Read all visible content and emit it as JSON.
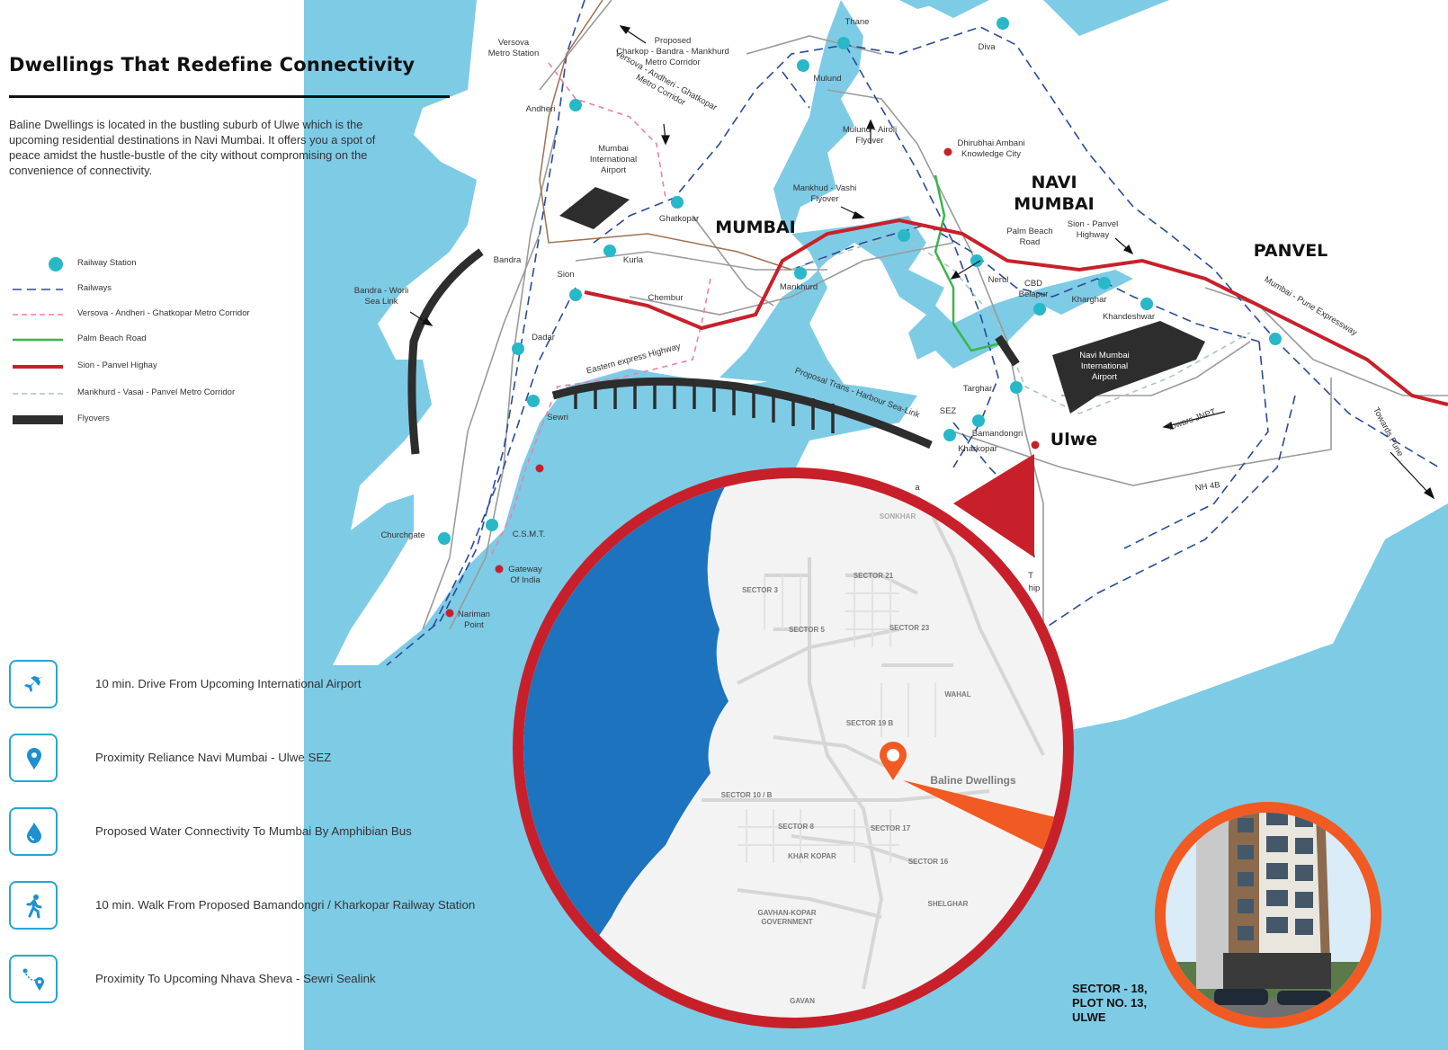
{
  "title": "Dwellings That Redefine Connectivity",
  "intro": "Baline Dwellings is located in the bustling suburb of Ulwe which is the upcoming residential destinations in Navi Mumbai.  It offers you a spot of peace amidst the hustle-bustle of the city without compromising on the convenience of connectivity.",
  "legend": [
    {
      "label": "Railway Station",
      "icon": "station-dot"
    },
    {
      "label": "Railways",
      "icon": "dashed-blue-line"
    },
    {
      "label": "Versova - Andheri - Ghatkopar Metro Corridor",
      "icon": "dashed-pink-line"
    },
    {
      "label": "Palm Beach Road",
      "icon": "green-line"
    },
    {
      "label": "Sion - Panvel Highay",
      "icon": "red-line"
    },
    {
      "label": "Mankhurd - Vasai - Panvel Metro Corridor",
      "icon": "dashed-grey-line"
    },
    {
      "label": "Flyovers",
      "icon": "black-bar"
    }
  ],
  "features": [
    {
      "text": "10 min. Drive From Upcoming International Airport",
      "icon": "airplane-icon"
    },
    {
      "text": "Proximity Reliance Navi Mumbai - Ulwe SEZ",
      "icon": "location-pin-icon"
    },
    {
      "text": "Proposed Water Connectivity To Mumbai By Amphibian Bus",
      "icon": "water-drop-icon"
    },
    {
      "text": "10 min. Walk From Proposed Bamandongri / Kharkopar Railway Station",
      "icon": "walking-person-icon"
    },
    {
      "text": "Proximity To Upcoming Nhava Sheva - Sewri Sealink",
      "icon": "route-pin-icon"
    }
  ],
  "regions": {
    "mumbai": "MUMBAI",
    "navi_mumbai": [
      "NAVI",
      "MUMBAI"
    ],
    "panvel": "PANVEL",
    "ulwe": "Ulwe"
  },
  "places": {
    "versova": [
      "Versova",
      "Metro Station"
    ],
    "proposed_corridor": [
      "Proposed",
      "Charkop - Bandra - Mankhurd",
      "Metro Corridor"
    ],
    "thane": "Thane",
    "diva": "Diva",
    "mulund": "Mulund",
    "andheri": "Andheri",
    "metro_corridor": [
      "Versova - Andheri - Ghatkopar",
      "Metro Corridor"
    ],
    "mumbai_airport": [
      "Mumbai",
      "International",
      "Airport"
    ],
    "mulund_airoli": [
      "Mulund - Airoli",
      "Flyover"
    ],
    "dhirubhai": [
      "Dhirubhai Ambani",
      "Knowledge City"
    ],
    "mankhud_vashi": [
      "Mankhud - Vashi",
      "Flyover"
    ],
    "ghatkopar": "Ghatkopar",
    "palm_beach": [
      "Palm Beach",
      "Road"
    ],
    "sion_panvel": [
      "Sion - Panvel",
      "Highway"
    ],
    "bandra": "Bandra",
    "kurla": "Kurla",
    "sion": "Sion",
    "chembur": "Chembur",
    "mankhurd": "Mankhurd",
    "nerul": "Nerul",
    "cbd": [
      "CBD",
      "Belapur"
    ],
    "kharghar": "Kharghar",
    "khandeshwar": "Khandeshwar",
    "mumbai_pune": "Mumbai - Pune Expressway",
    "bandra_worli": [
      "Bandra - Worli",
      "Sea Link"
    ],
    "dadar": "Dadar",
    "eastern_express": "Eastern express Highway",
    "trans_harbour": "Proposal Trans - Harbour Sea-Link",
    "navi_airport": [
      "Navi Mumbai",
      "International",
      "Airport"
    ],
    "targhar": "Targhar",
    "sewri": "Sewri",
    "sez": "SEZ",
    "bamandongri": "Bamandongri",
    "kharkopar": "Kharkopar",
    "towards_jnpt": "Towars JNPT",
    "towards_pune": "Towards Pune",
    "nh4b": "NH 4B",
    "churchgate": "Churchgate",
    "csmt": "C.S.M.T.",
    "gateway": [
      "Gateway",
      "Of India"
    ],
    "nariman": [
      "Nariman",
      "Point"
    ],
    "partial_1": "a",
    "partial_2": "T",
    "partial_3": "hip"
  },
  "inset": {
    "sonkhar": "SONKHAR",
    "sector3": "SECTOR 3",
    "sector21": "SECTOR 21",
    "sector5": "SECTOR 5",
    "sector23": "SECTOR 23",
    "wahal": "WAHAL",
    "sector19b": "SECTOR 19 B",
    "baline": "Baline Dwellings",
    "sector10b": "SECTOR 10 / B",
    "sector8": "SECTOR 8",
    "sector17": "SECTOR 17",
    "kharkopar": "KHAR KOPAR",
    "sector16": "SECTOR 16",
    "shelghar": "SHELGHAR",
    "gavhan": [
      "GAVHAN-KOPAR",
      "GOVERNMENT"
    ],
    "gavan": "GAVAN"
  },
  "address": [
    "SECTOR - 18,",
    "PLOT NO. 13,",
    "ULWE"
  ],
  "colors": {
    "water": "#7ecbe6",
    "station": "#28b8c8",
    "railway": "#2a4a9a",
    "highway": "#c8202a",
    "metro": "#f07fa0",
    "palm_beach": "#3ab54a",
    "flyover": "#2d2d2d",
    "inset_water": "#1e73be",
    "pointer_orange": "#f15a22"
  }
}
